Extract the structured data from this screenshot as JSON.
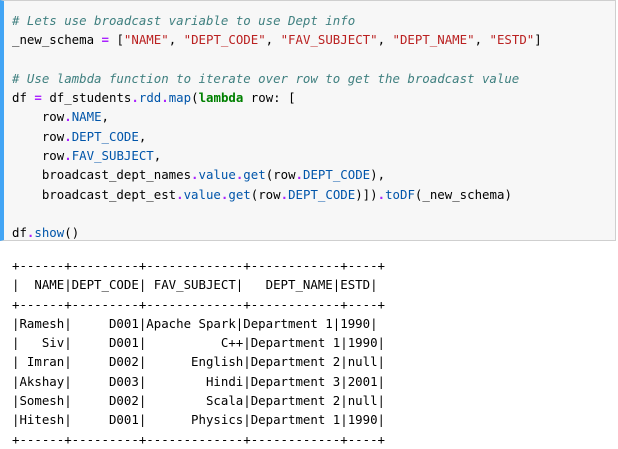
{
  "code_cell": {
    "lines": [
      {
        "cls": "comment",
        "parts": [
          {
            "t": "# Lets use broadcast variable to use Dept info",
            "c": "cm"
          }
        ]
      },
      {
        "cls": "assign",
        "parts": [
          {
            "t": "_new_schema ",
            "c": ""
          },
          {
            "t": "=",
            "c": "op"
          },
          {
            "t": " [",
            "c": ""
          },
          {
            "t": "\"NAME\"",
            "c": "str"
          },
          {
            "t": ", ",
            "c": ""
          },
          {
            "t": "\"DEPT_CODE\"",
            "c": "str"
          },
          {
            "t": ", ",
            "c": ""
          },
          {
            "t": "\"FAV_SUBJECT\"",
            "c": "str"
          },
          {
            "t": ", ",
            "c": ""
          },
          {
            "t": "\"DEPT_NAME\"",
            "c": "str"
          },
          {
            "t": ", ",
            "c": ""
          },
          {
            "t": "\"ESTD\"",
            "c": "str"
          },
          {
            "t": "]",
            "c": ""
          }
        ]
      },
      {
        "cls": "blank",
        "parts": [
          {
            "t": "",
            "c": ""
          }
        ]
      },
      {
        "cls": "comment",
        "parts": [
          {
            "t": "# Use lambda function to iterate over row to get the broadcast value",
            "c": "cm"
          }
        ]
      },
      {
        "cls": "code",
        "parts": [
          {
            "t": "df ",
            "c": ""
          },
          {
            "t": "=",
            "c": "op"
          },
          {
            "t": " df_students",
            "c": ""
          },
          {
            "t": ".",
            "c": "op"
          },
          {
            "t": "rdd",
            "c": "attr"
          },
          {
            "t": ".",
            "c": "op"
          },
          {
            "t": "map",
            "c": "attr"
          },
          {
            "t": "(",
            "c": ""
          },
          {
            "t": "lambda",
            "c": "kw"
          },
          {
            "t": " row: [",
            "c": ""
          }
        ]
      },
      {
        "cls": "code",
        "parts": [
          {
            "t": "    row",
            "c": ""
          },
          {
            "t": ".",
            "c": "op"
          },
          {
            "t": "NAME",
            "c": "attr"
          },
          {
            "t": ",",
            "c": ""
          }
        ]
      },
      {
        "cls": "code",
        "parts": [
          {
            "t": "    row",
            "c": ""
          },
          {
            "t": ".",
            "c": "op"
          },
          {
            "t": "DEPT_CODE",
            "c": "attr"
          },
          {
            "t": ",",
            "c": ""
          }
        ]
      },
      {
        "cls": "code",
        "parts": [
          {
            "t": "    row",
            "c": ""
          },
          {
            "t": ".",
            "c": "op"
          },
          {
            "t": "FAV_SUBJECT",
            "c": "attr"
          },
          {
            "t": ",",
            "c": ""
          }
        ]
      },
      {
        "cls": "code",
        "parts": [
          {
            "t": "    broadcast_dept_names",
            "c": ""
          },
          {
            "t": ".",
            "c": "op"
          },
          {
            "t": "value",
            "c": "attr"
          },
          {
            "t": ".",
            "c": "op"
          },
          {
            "t": "get",
            "c": "attr"
          },
          {
            "t": "(row",
            "c": ""
          },
          {
            "t": ".",
            "c": "op"
          },
          {
            "t": "DEPT_CODE",
            "c": "attr"
          },
          {
            "t": "),",
            "c": ""
          }
        ]
      },
      {
        "cls": "code",
        "parts": [
          {
            "t": "    broadcast_dept_est",
            "c": ""
          },
          {
            "t": ".",
            "c": "op"
          },
          {
            "t": "value",
            "c": "attr"
          },
          {
            "t": ".",
            "c": "op"
          },
          {
            "t": "get",
            "c": "attr"
          },
          {
            "t": "(row",
            "c": ""
          },
          {
            "t": ".",
            "c": "op"
          },
          {
            "t": "DEPT_CODE",
            "c": "attr"
          },
          {
            "t": ")])",
            "c": ""
          },
          {
            "t": ".",
            "c": "op"
          },
          {
            "t": "toDF",
            "c": "attr"
          },
          {
            "t": "(_new_schema)",
            "c": ""
          }
        ]
      },
      {
        "cls": "blank",
        "parts": [
          {
            "t": "",
            "c": ""
          }
        ]
      },
      {
        "cls": "code",
        "parts": [
          {
            "t": "df",
            "c": ""
          },
          {
            "t": ".",
            "c": "op"
          },
          {
            "t": "show",
            "c": "attr"
          },
          {
            "t": "()",
            "c": ""
          }
        ]
      }
    ]
  },
  "output": {
    "lines": [
      "+------+---------+-------------+------------+----+",
      "|  NAME|DEPT_CODE| FAV_SUBJECT|   DEPT_NAME|ESTD|",
      "+------+---------+-------------+------------+----+",
      "|Ramesh|     D001|Apache Spark|Department 1|1990|",
      "|   Siv|     D001|          C++|Department 1|1990|",
      "| Imran|     D002|      English|Department 2|null|",
      "|Akshay|     D003|        Hindi|Department 3|2001|",
      "|Somesh|     D002|        Scala|Department 2|null|",
      "|Hitesh|     D001|      Physics|Department 1|1990|",
      "+------+---------+-------------+------------+----+"
    ]
  },
  "colors": {
    "cell_background": "#f7f7f7",
    "cell_accent": "#42a5f5",
    "comment": "#408080",
    "string": "#ba2121",
    "operator": "#aa22ff",
    "keyword": "#008000",
    "attribute": "#0055aa"
  }
}
